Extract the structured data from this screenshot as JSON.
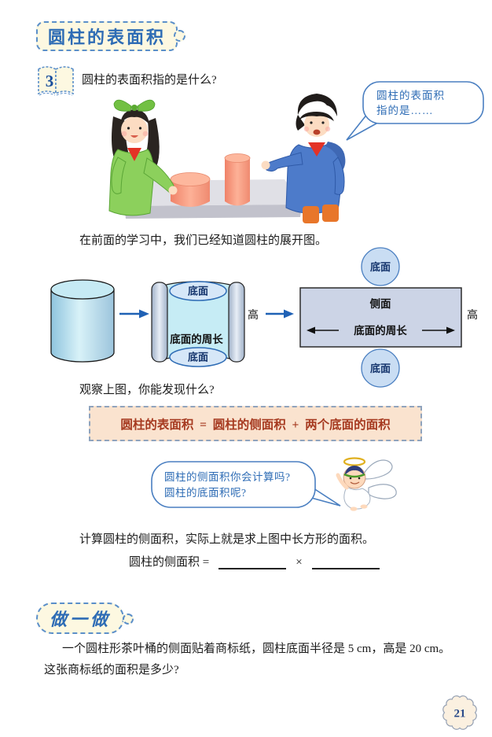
{
  "page": {
    "number": "21"
  },
  "title_badge": {
    "text": "圆柱的表面积"
  },
  "example": {
    "number": "3",
    "question": "圆柱的表面积指的是什么?"
  },
  "bubble_boy": {
    "line1": "圆柱的表面积",
    "line2": "指的是……"
  },
  "paragraph_intro": "在前面的学习中，我们已经知道圆柱的展开图。",
  "diagram": {
    "unrolled": {
      "top_base": "底面",
      "circumference": "底面的周长",
      "bottom_base": "底面",
      "height": "高"
    },
    "net": {
      "top_base": "底面",
      "side": "侧面",
      "circumference": "底面的周长",
      "bottom_base": "底面",
      "height": "高"
    }
  },
  "paragraph_observe": "观察上图，你能发现什么?",
  "formula_box": {
    "text": "圆柱的表面积  =  圆柱的侧面积  +  两个底面的面积"
  },
  "bubble_angel": {
    "line1": "圆柱的侧面积你会计算吗?",
    "line2": "圆柱的底面积呢?"
  },
  "paragraph_explain": "计算圆柱的侧面积，实际上就是求上图中长方形的面积。",
  "lateral_formula": {
    "label": "圆柱的侧面积 =",
    "operator": "×"
  },
  "practice": {
    "header": "做一做",
    "problem_line1": "一个圆柱形茶叶桶的侧面贴着商标纸，圆柱底面半径是 5 cm，高是 20 cm。",
    "problem_line2": "这张商标纸的面积是多少?"
  },
  "colors": {
    "accent_blue": "#2e6cb5",
    "border_blue": "#5b8fc9",
    "formula_text": "#a63a20",
    "formula_bg": "#fae3cf",
    "badge_bg": "#fdf8e1",
    "cylinder_blue": "#b4e0ee",
    "net_fill": "#ccd4e6",
    "circle_fill": "#c9ddf3",
    "coral_cylinder": "#f4907a"
  }
}
